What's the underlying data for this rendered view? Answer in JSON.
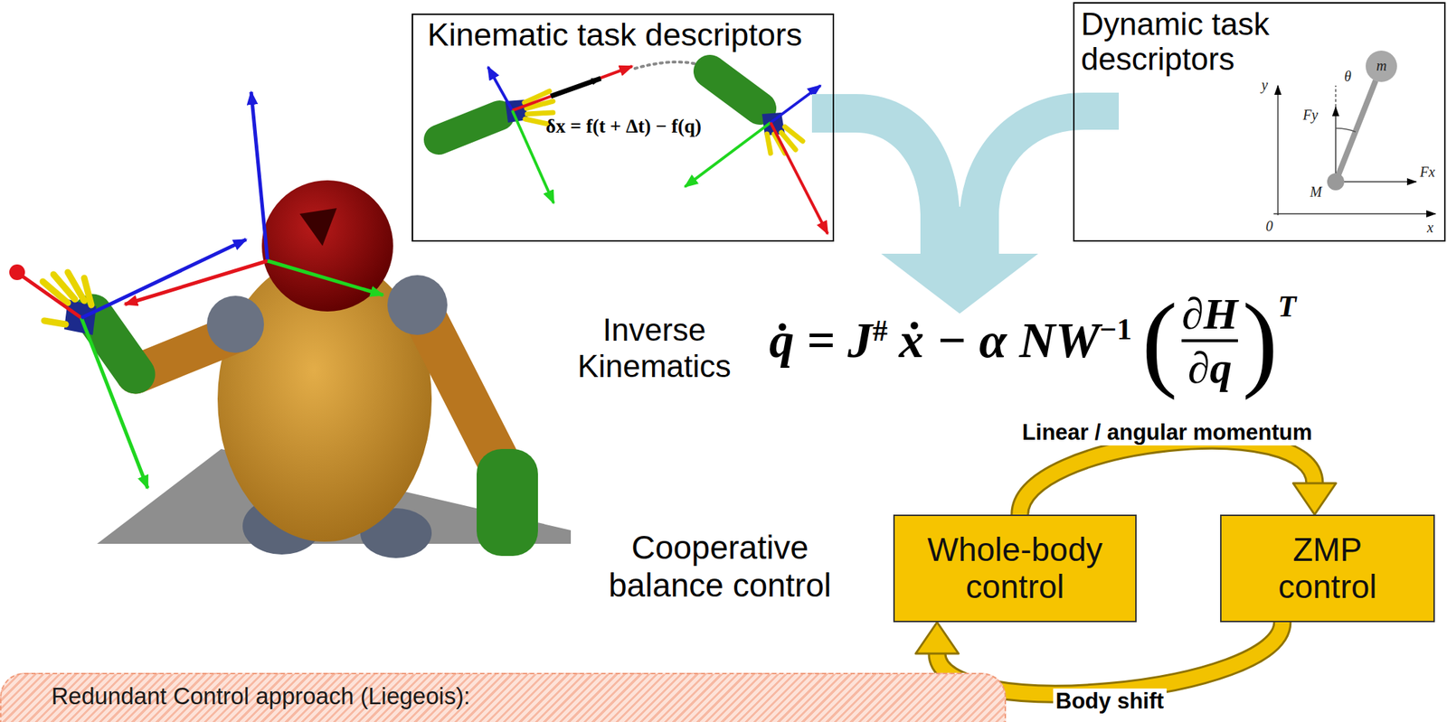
{
  "diagram": {
    "nodes": [
      {
        "text": [
          "Kinematic task descriptors",
          "δx = f(t + Δt) − f(q)"
        ]
      },
      {
        "text": [
          "Dynamic task descriptors"
        ]
      },
      {
        "text": [
          "Whole-body control"
        ]
      },
      {
        "text": [
          "ZMP control"
        ]
      },
      {
        "text": [
          "Redundant Control approach (Liegeois):"
        ]
      }
    ],
    "edges": [
      {
        "from": 2,
        "to": 3,
        "arrow": "to",
        "label": "Linear / angular momentum"
      },
      {
        "from": 3,
        "to": 2,
        "arrow": "to",
        "label": "Body shift"
      }
    ],
    "labels": [
      "Inverse Kinematics",
      "q̇ = J",
      "#",
      "ẋ − α NW",
      "−1",
      "(",
      "∂H",
      "∂q",
      ")",
      "T",
      "Cooperative balance control",
      "y",
      "θ",
      "m",
      "Fy",
      "M",
      "Fx",
      "0",
      "x"
    ]
  }
}
